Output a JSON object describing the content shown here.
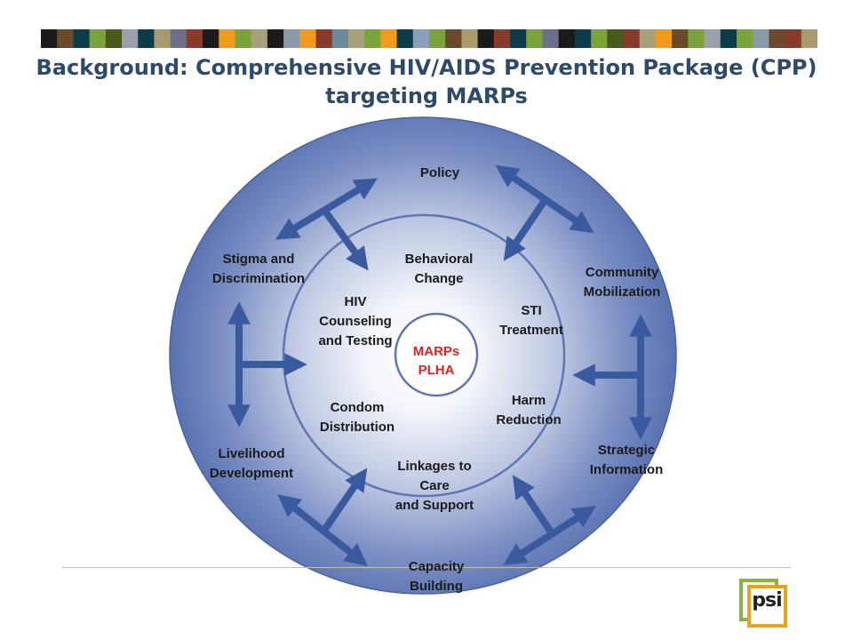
{
  "title": {
    "line1": "Background: Comprehensive HIV/AIDS Prevention Package (CPP)",
    "line2": "targeting MARPs"
  },
  "colors": {
    "outer_circle": "#5570b0",
    "inner_glow": "#ffffff",
    "arrow": "#3a5aa0",
    "center_text": "#e02020",
    "stripe": [
      "#1b1b1b",
      "#6b4a2b",
      "#0b3d4a",
      "#7aa33a",
      "#4a5a1a",
      "#9aa1a8",
      "#0b3d4a",
      "#a89a6b",
      "#6b6f8a",
      "#8a3a2a",
      "#1b1b1b",
      "#f29a1a",
      "#7aa33a",
      "#a8a07a",
      "#1b1b1b",
      "#8a9aa8",
      "#f29a1a",
      "#8a3a2a",
      "#6b8a9a",
      "#a8a07a",
      "#7aa33a",
      "#f29a1a",
      "#0b3d4a",
      "#8aa0b8",
      "#7aa33a",
      "#6b4a2b",
      "#a89a6b",
      "#1b1b1b",
      "#8a3a2a",
      "#0b3d4a",
      "#7aa33a",
      "#6b6f8a",
      "#1b1b1b",
      "#0b3d4a",
      "#7aa33a",
      "#4a5a1a",
      "#8a3a2a",
      "#a8a07a",
      "#f29a1a",
      "#6b4a2b",
      "#7aa33a",
      "#9aa1a8",
      "#0b3d4a",
      "#7aa33a",
      "#8a9aa8",
      "#6b4a2b",
      "#8a3a2a",
      "#a89a6b"
    ]
  },
  "outer_labels": {
    "policy": "Policy",
    "community": "Community\nMobilization",
    "strategic": "Strategic\nInformation",
    "capacity": "Capacity\nBuilding",
    "livelihood": "Livelihood\nDevelopment",
    "stigma": "Stigma and\nDiscrimination"
  },
  "inner_labels": {
    "behavioral": "Behavioral\nChange",
    "sti": "STI\nTreatment",
    "harm": "Harm\nReduction",
    "linkages": "Linkages to\nCare\nand Support",
    "condom": "Condom\nDistribution",
    "hct": "HIV\nCounseling\nand Testing"
  },
  "center": "MARPs\nPLHA",
  "logo": {
    "text": "psi"
  }
}
